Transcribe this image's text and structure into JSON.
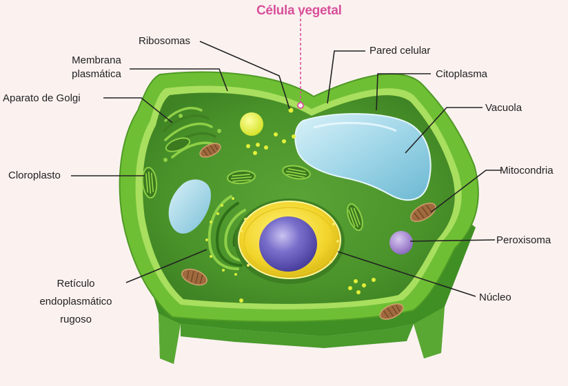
{
  "title": "Célula vegetal",
  "labels": {
    "ribosomas": "Ribosomas",
    "membrana": "Membrana",
    "plasmatica": "plasmática",
    "golgi": "Aparato de Golgi",
    "cloroplasto": "Cloroplasto",
    "reticulo_1": "Retículo",
    "reticulo_2": "endoplasmático",
    "reticulo_3": "rugoso",
    "pared": "Pared celular",
    "citoplasma": "Citoplasma",
    "vacuola": "Vacuola",
    "mitocondria": "Mitocondria",
    "peroxisoma": "Peroxisoma",
    "nucleo": "Núcleo"
  },
  "colors": {
    "title": "#d9509a",
    "wall": "#6fbf35",
    "cytoplasm": "#4e9a2e",
    "vacuole": "#9fd6e8",
    "nucleus_envelope": "#f2d52c",
    "nucleolus": "#6a5fc0",
    "peroxisome": "#a98ad0",
    "mitochondria": "#b07a50",
    "background": "#fbf2f0"
  }
}
